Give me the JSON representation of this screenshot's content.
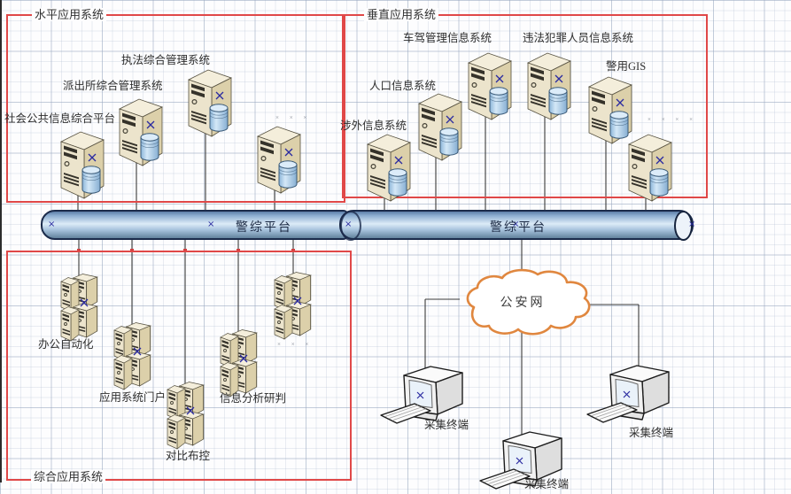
{
  "groups": {
    "horizontal": {
      "label": "水平应用系统"
    },
    "vertical": {
      "label": "垂直应用系统"
    },
    "integrated": {
      "label": "综合应用系统"
    }
  },
  "bus": {
    "segment1": "警综平台",
    "segment2": "警综平台"
  },
  "network": {
    "cloud_label": "公安网"
  },
  "servers": {
    "social": "社会公共信息综合平台",
    "police_station": "派出所综合管理系统",
    "law_enforcement": "执法综合管理系统",
    "foreign": "涉外信息系统",
    "population": "人口信息系统",
    "vehicle": "车驾管理信息系统",
    "criminal": "违法犯罪人员信息系统",
    "gis": "警用GIS"
  },
  "applications": {
    "office": "办公自动化",
    "portal": "应用系统门户",
    "comparison": "对比布控",
    "analysis": "信息分析研判"
  },
  "terminals": {
    "t1": "采集终端",
    "t2": "采集终端",
    "t3": "采集终端"
  },
  "ellipsis": {
    "h": "× × ×",
    "v": "× × × ×",
    "b": "× × ×"
  },
  "marks": {
    "x": "×"
  },
  "colors": {
    "group_border": "#e04848",
    "cloud_stroke": "#e0873f",
    "pipe_top": "#5d7ea8",
    "pipe_highlight": "#dcebf7",
    "connection_x": "#2a2aa0",
    "server_body": "#ece4cc",
    "database": "#a9cbe8"
  }
}
